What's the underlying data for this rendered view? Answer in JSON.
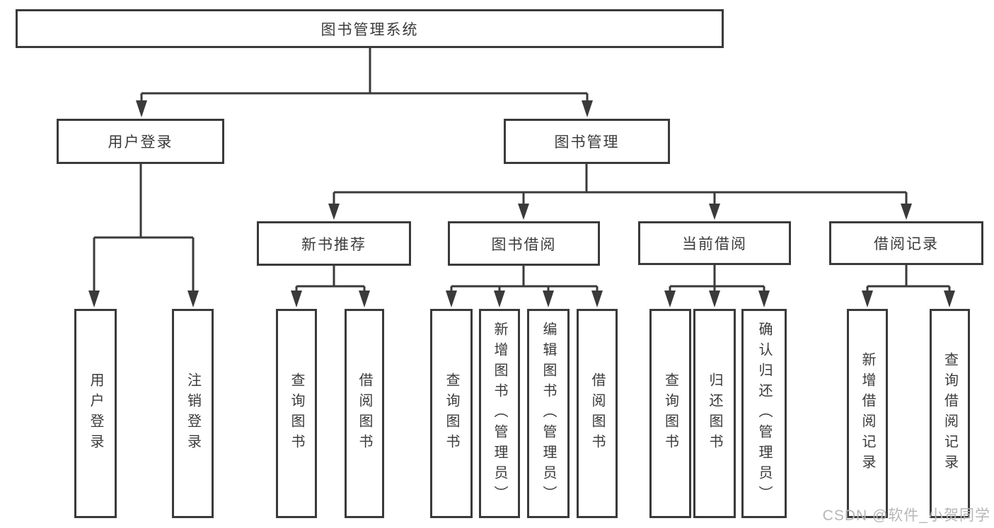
{
  "tree": {
    "root": {
      "label": "图书管理系统",
      "children": [
        {
          "label": "用户登录",
          "children": [
            {
              "label": "用户登录"
            },
            {
              "label": "注销登录"
            }
          ]
        },
        {
          "label": "图书管理",
          "children": [
            {
              "label": "新书推荐",
              "children": [
                {
                  "label": "查询图书"
                },
                {
                  "label": "借阅图书"
                }
              ]
            },
            {
              "label": "图书借阅",
              "children": [
                {
                  "label": "查询图书"
                },
                {
                  "label": "新增图书（管理员）"
                },
                {
                  "label": "编辑图书（管理员）"
                },
                {
                  "label": "借阅图书"
                }
              ]
            },
            {
              "label": "当前借阅",
              "children": [
                {
                  "label": "查询图书"
                },
                {
                  "label": "归还图书"
                },
                {
                  "label": "确认归还（管理员）"
                }
              ]
            },
            {
              "label": "借阅记录",
              "children": [
                {
                  "label": "新增借阅记录"
                },
                {
                  "label": "查询借阅记录"
                }
              ]
            }
          ]
        }
      ]
    }
  },
  "watermark": {
    "text": "CSDN @软件_小贺同学"
  },
  "colors": {
    "line": "#3a3a3a",
    "box_border": "#3a3a3a",
    "text": "#3b3b3b",
    "watermark": "#b7b7b7",
    "background": "#ffffff"
  }
}
